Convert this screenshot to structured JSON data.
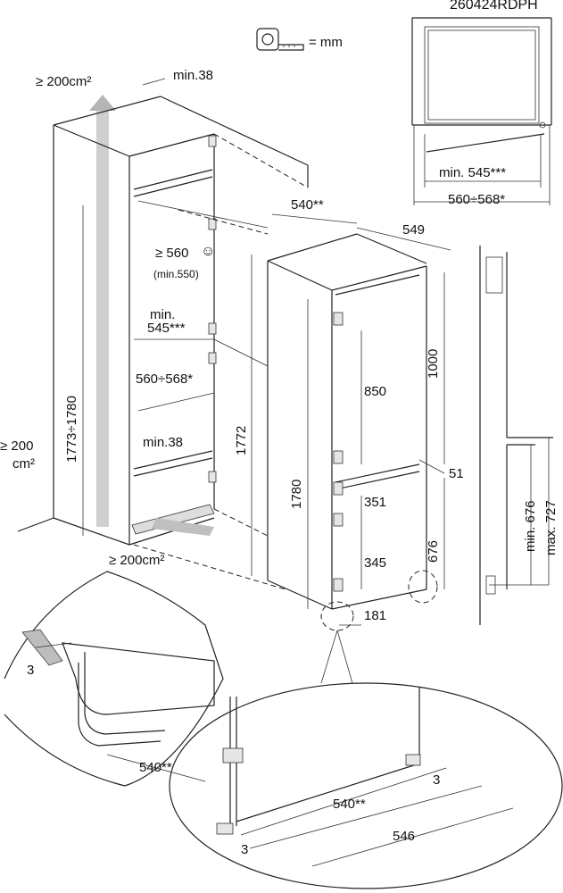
{
  "diagram": {
    "code": "260424RDPH",
    "unit": "= mm",
    "unit_icon": "tape-measure-icon",
    "smiley_icon": "smiley-icon",
    "labels": {
      "vent_top": "≥ 200cm²",
      "min38_top": "min.38",
      "depth_540": "540**",
      "width_549": "549",
      "min560": "≥ 560",
      "min550": "(min.550)",
      "min545_a": "min.",
      "min545_b": "545***",
      "w560_568": "560÷568*",
      "height_1773": "1773÷1780",
      "height_1772": "1772",
      "vent_left_a": "≥ 200",
      "vent_left_b": "cm²",
      "min38_bottom": "min.38",
      "vent_bottom": "≥ 200cm²",
      "h1780": "1780",
      "h1000": "1000",
      "h850": "850",
      "h51": "51",
      "h351": "351",
      "h345": "345",
      "h676": "676",
      "h181": "181",
      "top_min545": "min. 545***",
      "top_560_568": "560÷568*",
      "side_min676": "min. 676",
      "side_max727": "max. 727",
      "detail_3": "3",
      "detail_540": "540**",
      "zoom_3_right": "3",
      "zoom_540": "540**",
      "zoom_3_left": "3",
      "zoom_546": "546"
    }
  }
}
